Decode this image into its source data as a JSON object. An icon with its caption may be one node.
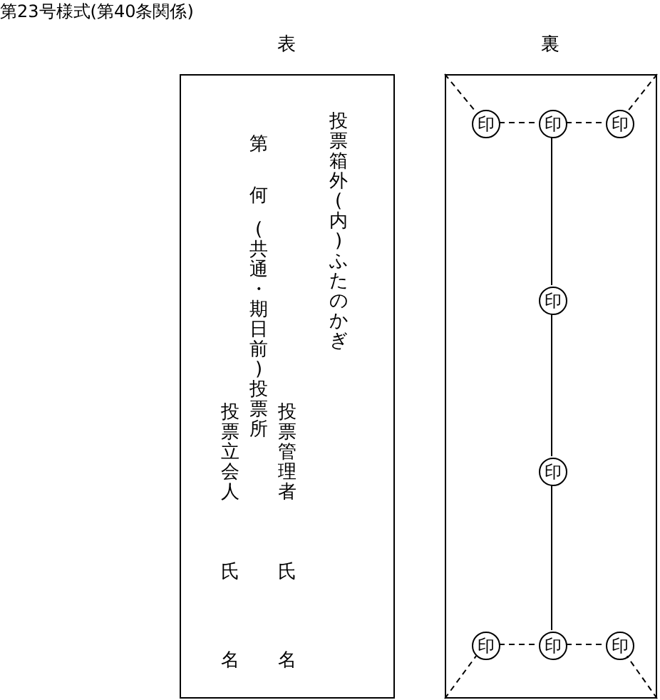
{
  "diagram": {
    "title": "第23号様式(第40条関係)",
    "nodes": [
      {
        "text": [
          "表",
          "投票箱外(内)ふたのかぎ",
          "第",
          "何",
          "(共通・期日前)投票所",
          "投票管理者",
          "氏",
          "名",
          "投票立会人",
          "氏",
          "名"
        ]
      },
      {
        "text": [
          "裏"
        ]
      },
      {
        "text": [
          "印"
        ],
        "in": 1
      },
      {
        "text": [
          "印"
        ],
        "in": 1
      },
      {
        "text": [
          "印"
        ],
        "in": 1
      },
      {
        "text": [
          "印"
        ],
        "in": 1
      },
      {
        "text": [
          "印"
        ],
        "in": 1
      },
      {
        "text": [
          "印"
        ],
        "in": 1
      },
      {
        "text": [
          "印"
        ],
        "in": 1
      },
      {
        "text": [
          "印"
        ],
        "in": 1
      }
    ],
    "edges": [
      {
        "from": 1,
        "to": 2,
        "arrow": "none",
        "style": "dashed"
      },
      {
        "from": 2,
        "to": 3,
        "arrow": "none",
        "style": "dashed"
      },
      {
        "from": 3,
        "to": 4,
        "arrow": "none",
        "style": "dashed"
      },
      {
        "from": 1,
        "to": 4,
        "arrow": "none",
        "style": "dashed"
      },
      {
        "from": 3,
        "to": 5,
        "arrow": "none"
      },
      {
        "from": 5,
        "to": 6,
        "arrow": "none"
      },
      {
        "from": 6,
        "to": 8,
        "arrow": "none"
      },
      {
        "from": 1,
        "to": 7,
        "arrow": "none",
        "style": "dashed"
      },
      {
        "from": 7,
        "to": 8,
        "arrow": "none",
        "style": "dashed"
      },
      {
        "from": 8,
        "to": 9,
        "arrow": "none",
        "style": "dashed"
      },
      {
        "from": 1,
        "to": 9,
        "arrow": "none",
        "style": "dashed"
      }
    ]
  }
}
